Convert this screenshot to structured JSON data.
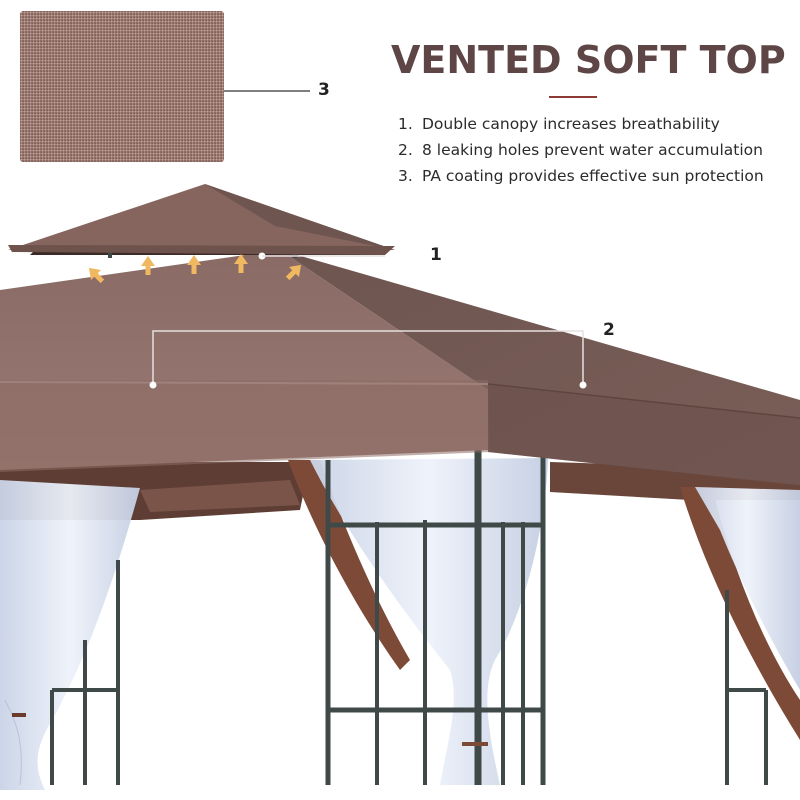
{
  "heading": {
    "title": "VENTED SOFT TOP",
    "accent_rule_color": "#8c3a34",
    "title_color": "#5e4646"
  },
  "features": [
    {
      "number": "1.",
      "text": "Double canopy increases breathability"
    },
    {
      "number": "2.",
      "text": "8 leaking holes prevent water accumulation"
    },
    {
      "number": "3.",
      "text": "PA coating provides effective sun protection"
    }
  ],
  "callouts": {
    "vent": {
      "label": "1"
    },
    "drain_holes": {
      "label": "2"
    },
    "fabric_swatch": {
      "label": "3"
    }
  },
  "product": {
    "canopy_color": "#8a6a64",
    "frame_color": "#3f4a48",
    "netting_color": "#dfe6f2",
    "vent_arrow_color": "#f0b860",
    "vent_arrow_count": 5
  }
}
